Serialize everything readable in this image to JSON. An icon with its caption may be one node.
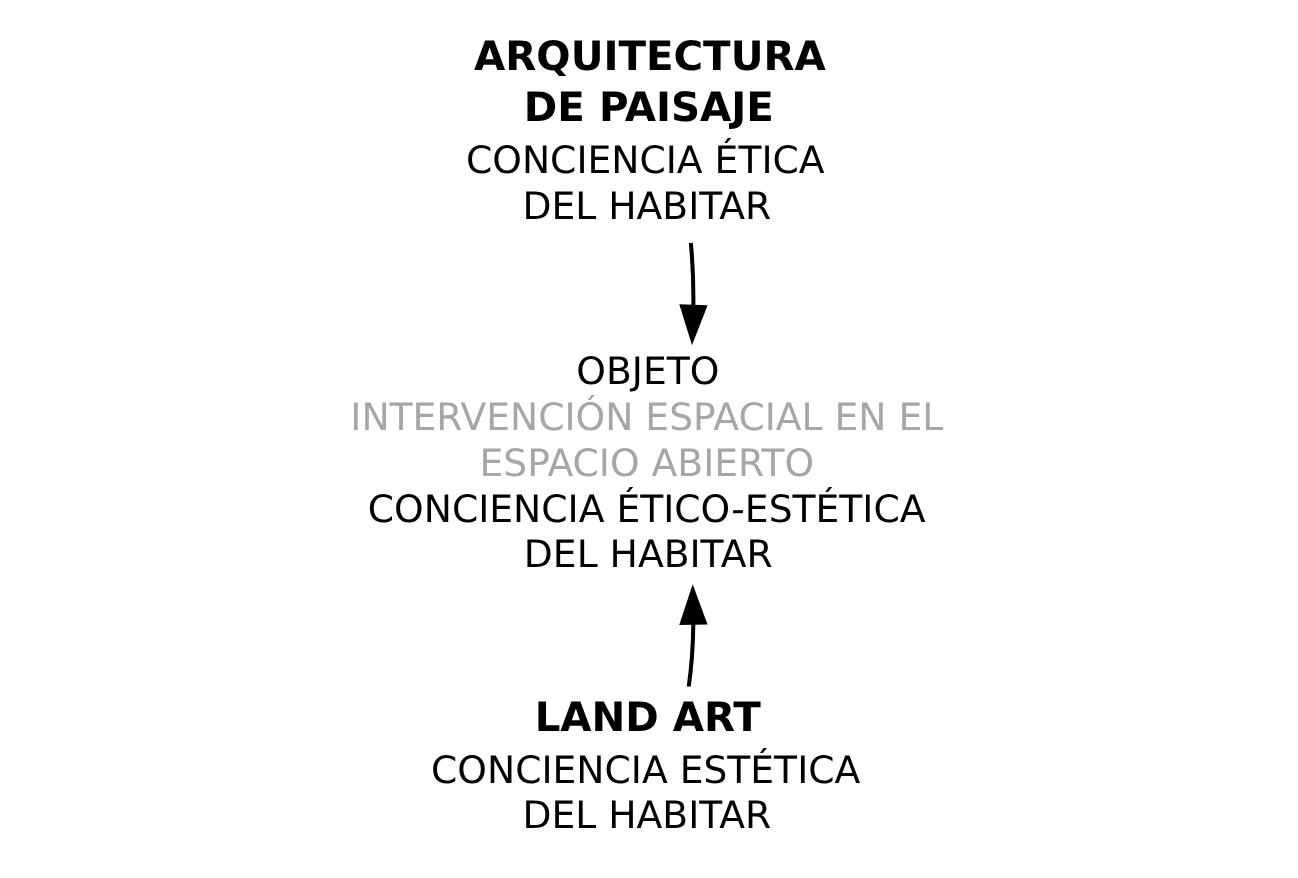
{
  "diagram": {
    "nodes": [
      {
        "text": [
          "ARQUITECTURA DE PAISAJE",
          "CONCIENCIA ÉTICA DEL HABITAR"
        ]
      },
      {
        "text": [
          "OBJETO",
          "INTERVENCIÓN ESPACIAL EN EL ESPACIO ABIERTO",
          "CONCIENCIA ÉTICO-ESTÉTICA DEL HABITAR"
        ]
      },
      {
        "text": [
          "LAND ART",
          "CONCIENCIA ESTÉTICA DEL HABITAR"
        ]
      }
    ],
    "edges": [
      {
        "from": 0,
        "to": 1,
        "arrow": "to"
      },
      {
        "from": 2,
        "to": 1,
        "arrow": "to"
      }
    ]
  }
}
